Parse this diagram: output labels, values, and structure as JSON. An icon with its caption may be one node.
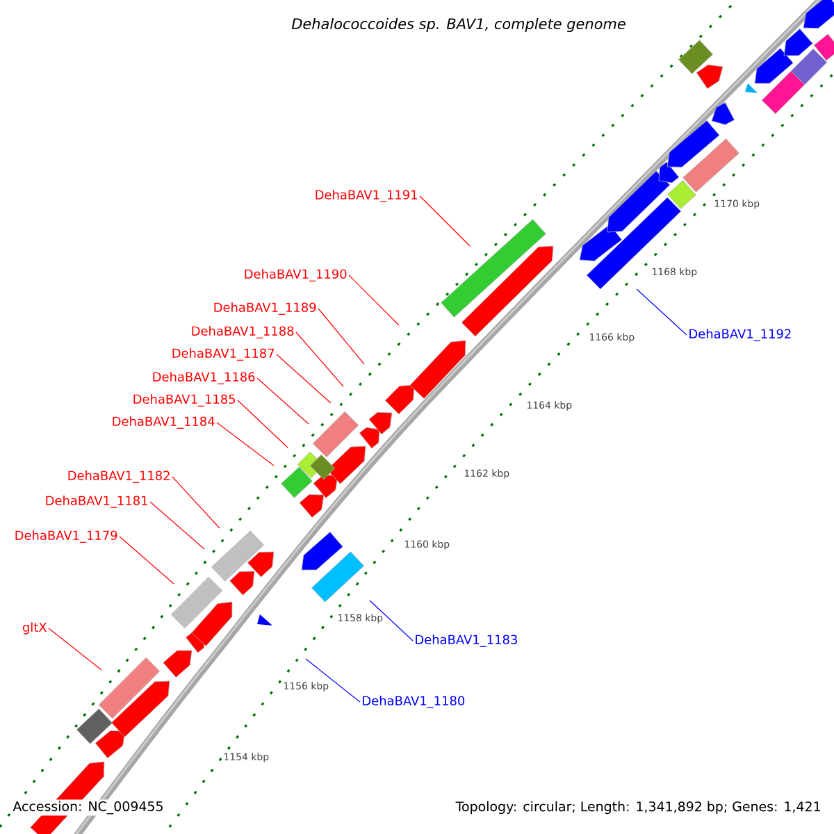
{
  "diagram": {
    "title": "Dehalococcoides sp. BAV1, complete genome",
    "nodes": [
      {
        "text": [
          "DehaBAV1_1191"
        ]
      },
      {
        "text": [
          "DehaBAV1_1190"
        ]
      },
      {
        "text": [
          "DehaBAV1_1189"
        ]
      },
      {
        "text": [
          "DehaBAV1_1188"
        ]
      },
      {
        "text": [
          "DehaBAV1_1192"
        ]
      },
      {
        "text": [
          "DehaBAV1_1187"
        ]
      },
      {
        "text": [
          "DehaBAV1_1186"
        ]
      },
      {
        "text": [
          "DehaBAV1_1185"
        ]
      },
      {
        "text": [
          "DehaBAV1_1184"
        ]
      },
      {
        "text": [
          "DehaBAV1_1182"
        ]
      },
      {
        "text": [
          "DehaBAV1_1181"
        ]
      },
      {
        "text": [
          "DehaBAV1_1179"
        ]
      },
      {
        "text": [
          "gltX"
        ]
      },
      {
        "text": [
          "DehaBAV1_1183"
        ]
      },
      {
        "text": [
          "DehaBAV1_1180"
        ]
      }
    ],
    "edges": [
      {
        "from": 0,
        "to": null,
        "arrow": "none"
      },
      {
        "from": 1,
        "to": null,
        "arrow": "none"
      },
      {
        "from": 2,
        "to": null,
        "arrow": "none"
      },
      {
        "from": 3,
        "to": null,
        "arrow": "none"
      },
      {
        "from": 4,
        "to": null,
        "arrow": "none",
        "color": "#0000ff"
      },
      {
        "from": 5,
        "to": null,
        "arrow": "none"
      },
      {
        "from": 6,
        "to": null,
        "arrow": "none"
      },
      {
        "from": 7,
        "to": null,
        "arrow": "none"
      },
      {
        "from": 8,
        "to": null,
        "arrow": "none"
      },
      {
        "from": 9,
        "to": null,
        "arrow": "none"
      },
      {
        "from": 10,
        "to": null,
        "arrow": "none"
      },
      {
        "from": 11,
        "to": null,
        "arrow": "none"
      },
      {
        "from": 12,
        "to": null,
        "arrow": "none"
      },
      {
        "from": 13,
        "to": null,
        "arrow": "none",
        "color": "#0000ff"
      },
      {
        "from": 14,
        "to": null,
        "arrow": "none",
        "color": "#0000ff"
      }
    ],
    "labels": [
      "1170 kbp",
      "1168 kbp",
      "1166 kbp",
      "1164 kbp",
      "1162 kbp",
      "1160 kbp",
      "1158 kbp",
      "1156 kbp",
      "1154 kbp",
      "Accession: NC_009455",
      "Topology: circular; Length: 1,341,892 bp; Genes: 1,421"
    ]
  }
}
